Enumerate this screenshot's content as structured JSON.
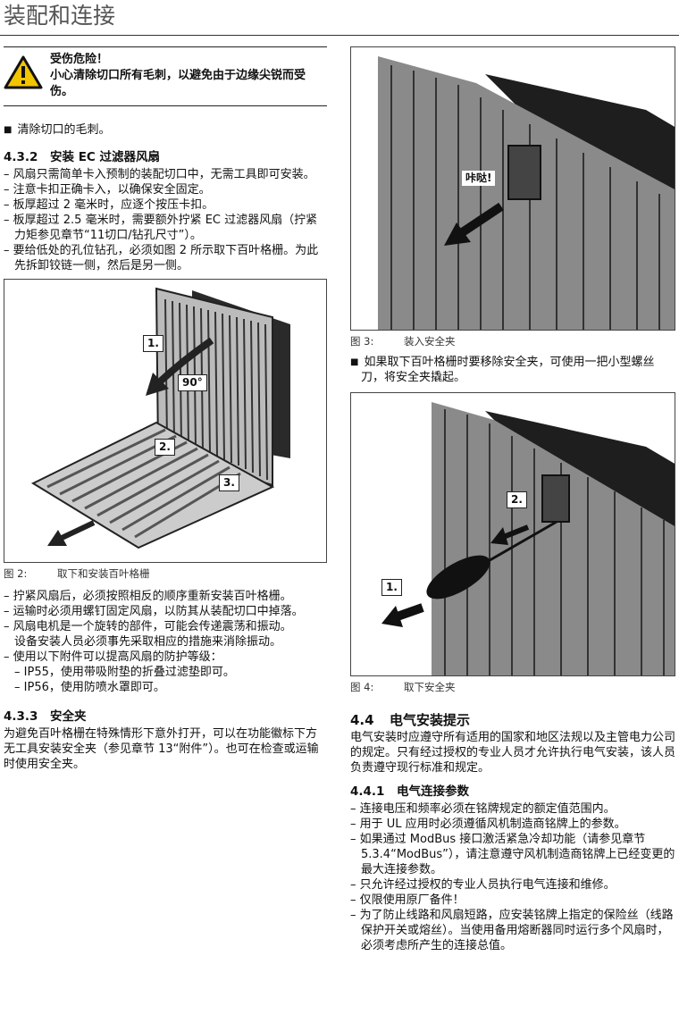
{
  "page": {
    "title": "装配和连接"
  },
  "warning": {
    "title": "受伤危险！",
    "text": "小心清除切口所有毛刺，以避免由于边缘尖锐而受伤。"
  },
  "left": {
    "bullet_deburr": "清除切口的毛刺。",
    "section_432": {
      "num": "4.3.2",
      "title": "安装 EC 过滤器风扇",
      "items": [
        "风扇只需简单卡入预制的装配切口中，无需工具即可安装。",
        "注意卡扣正确卡入，以确保安全固定。",
        "板厚超过 2 毫米时，应逐个按压卡扣。",
        "板厚超过 2.5 毫米时，需要额外拧紧 EC 过滤器风扇（拧紧力矩参见章节“11切口/钻孔尺寸”）。",
        "要给低处的孔位钻孔，必须如图 2 所示取下百叶格栅。为此先拆卸铰链一侧，然后是另一侧。"
      ]
    },
    "figure2": {
      "label": "图 2:",
      "caption": "取下和安装百叶格栅",
      "tag1": "1.",
      "tag2": "2.",
      "tag3": "3.",
      "angle": "90°"
    },
    "items_after_fig2": [
      "拧紧风扇后，必须按照相反的顺序重新安装百叶格栅。",
      "运输时必须用螺钉固定风扇，以防其从装配切口中掉落。",
      "风扇电机是一个旋转的部件，可能会传递震荡和振动。"
    ],
    "vibration_note": "设备安装人员必须事先采取相应的措施来消除振动。",
    "accessory_item": "使用以下附件可以提高风扇的防护等级：",
    "sub_items": [
      "IP55，使用带吸附垫的折叠过滤垫即可。",
      "IP56，使用防喷水罩即可。"
    ],
    "section_433": {
      "num": "4.3.3",
      "title": "安全夹",
      "text": "为避免百叶格栅在特殊情形下意外打开，可以在功能徽标下方无工具安装安全夹（参见章节 13“附件”）。也可在检查或运输时使用安全夹。"
    }
  },
  "right": {
    "figure3": {
      "label": "图 3:",
      "caption": "装入安全夹",
      "click_label": "咔哒!"
    },
    "bullet_remove": "如果取下百叶格栅时要移除安全夹，可使用一把小型螺丝刀，将安全夹撬起。",
    "figure4": {
      "label": "图 4:",
      "caption": "取下安全夹",
      "tag1": "1.",
      "tag2": "2."
    },
    "section_44": {
      "num": "4.4",
      "title": "电气安装提示",
      "text": "电气安装时应遵守所有适用的国家和地区法规以及主管电力公司的规定。只有经过授权的专业人员才允许执行电气安装，该人员负责遵守现行标准和规定。"
    },
    "section_441": {
      "num": "4.4.1",
      "title": "电气连接参数",
      "items": [
        "连接电压和频率必须在铭牌规定的额定值范围内。",
        "用于 UL 应用时必须遵循风机制造商铭牌上的参数。",
        "如果通过 ModBus 接口激活紧急冷却功能（请参见章节 5.3.4“ModBus”），请注意遵守风机制造商铭牌上已经变更的最大连接参数。",
        "只允许经过授权的专业人员执行电气连接和维修。",
        "仅限使用原厂备件！",
        "为了防止线路和风扇短路，应安装铭牌上指定的保险丝（线路保护开关或熔丝）。当使用备用熔断器同时运行多个风扇时，必须考虑所产生的连接总值。"
      ]
    }
  }
}
